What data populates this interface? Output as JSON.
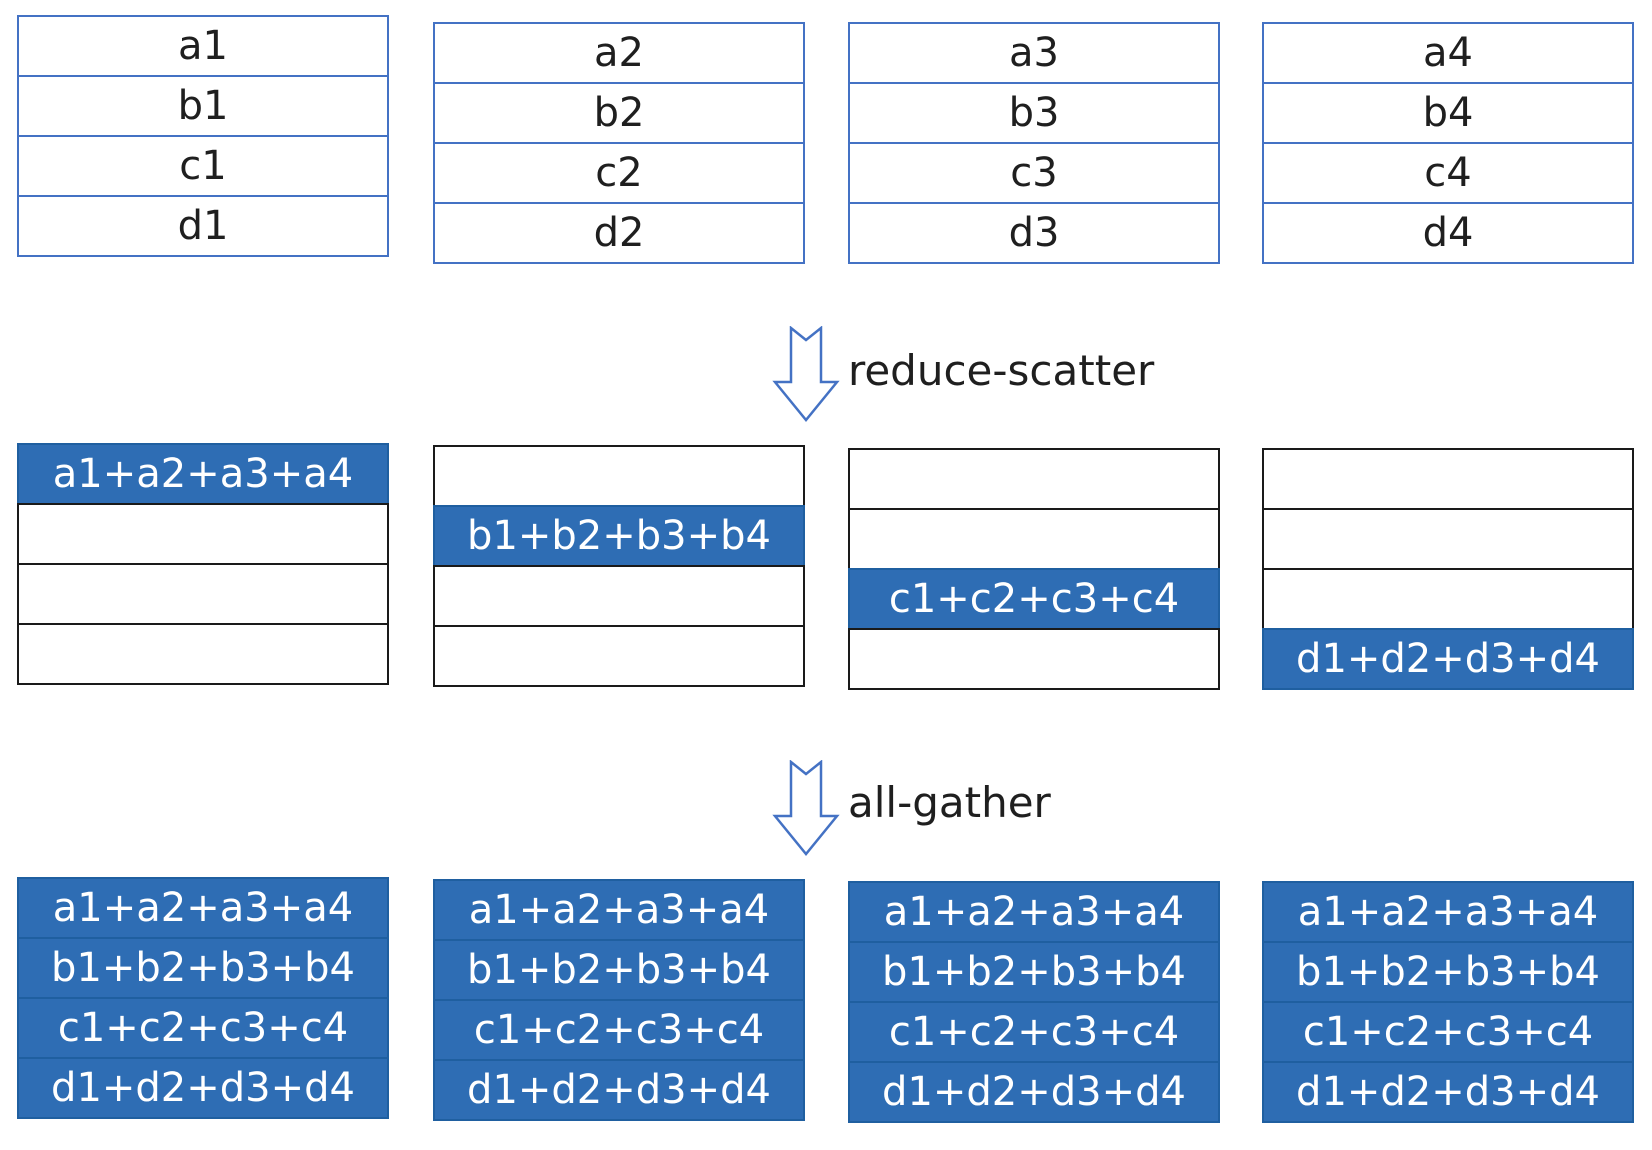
{
  "initial": [
    [
      "a1",
      "b1",
      "c1",
      "d1"
    ],
    [
      "a2",
      "b2",
      "c2",
      "d2"
    ],
    [
      "a3",
      "b3",
      "c3",
      "d3"
    ],
    [
      "a4",
      "b4",
      "c4",
      "d4"
    ]
  ],
  "reduce_scatter": {
    "label": "reduce-scatter",
    "stacks": [
      [
        "a1+a2+a3+a4",
        "",
        "",
        ""
      ],
      [
        "",
        "b1+b2+b3+b4",
        "",
        ""
      ],
      [
        "",
        "",
        "c1+c2+c3+c4",
        ""
      ],
      [
        "",
        "",
        "",
        "d1+d2+d3+d4"
      ]
    ]
  },
  "all_gather": {
    "label": "all-gather",
    "stacks": [
      [
        "a1+a2+a3+a4",
        "b1+b2+b3+b4",
        "c1+c2+c3+c4",
        "d1+d2+d3+d4"
      ],
      [
        "a1+a2+a3+a4",
        "b1+b2+b3+b4",
        "c1+c2+c3+c4",
        "d1+d2+d3+d4"
      ],
      [
        "a1+a2+a3+a4",
        "b1+b2+b3+b4",
        "c1+c2+c3+c4",
        "d1+d2+d3+d4"
      ],
      [
        "a1+a2+a3+a4",
        "b1+b2+b3+b4",
        "c1+c2+c3+c4",
        "d1+d2+d3+d4"
      ]
    ]
  },
  "colors": {
    "filled": "#2e6db4",
    "plain_border": "#4472c4",
    "empty_border": "#1a1a1a",
    "arrow": "#4472c4"
  }
}
